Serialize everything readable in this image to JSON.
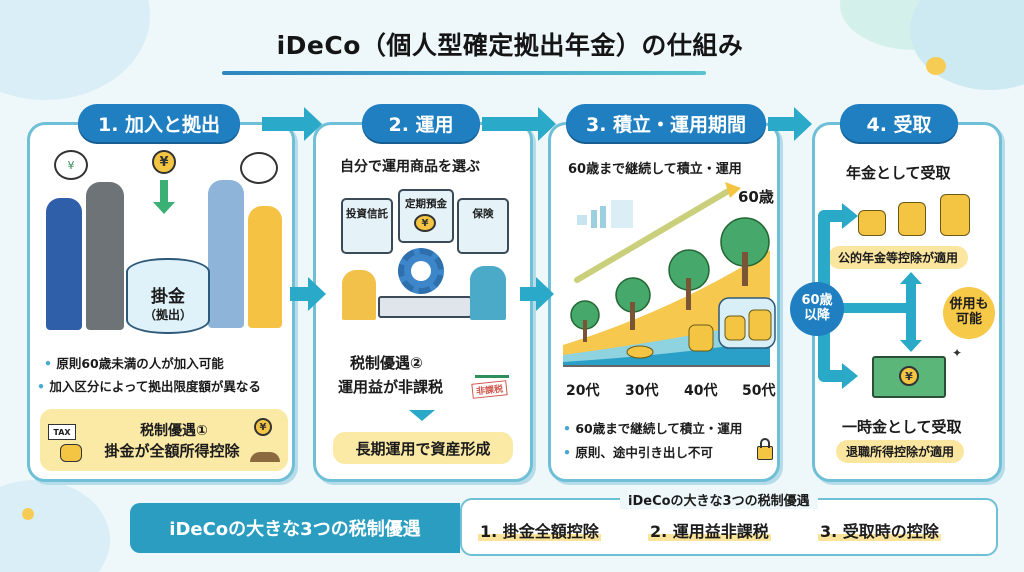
{
  "title": "iDeCo（個人型確定拠出年金）の仕組み",
  "colors": {
    "primary_blue": "#1f7fc1",
    "accent_teal": "#2aa9c9",
    "panel_border": "#6fbfd6",
    "highlight_yellow": "#fbe9a6",
    "coin_gold": "#f3c542",
    "tree_green": "#3fae6a"
  },
  "steps": [
    {
      "label": "1. 加入と拠出",
      "illustration_label": "掛金",
      "illustration_sublabel": "（拠出）",
      "bullets": [
        "原則60歳未満の人が加入可能",
        "加入区分によって拠出限度額が異なる"
      ],
      "benefit_title": "税制優遇①",
      "benefit_text": "掛金が全額所得控除",
      "icons": [
        "tax-card-icon",
        "coin-stack-icon",
        "yen-sprout-icon",
        "money-bag-icon",
        "chart-bubble-icon"
      ]
    },
    {
      "label": "2. 運用",
      "heading": "自分で運用商品を選ぶ",
      "products": [
        "投資信託",
        "定期預金",
        "保険"
      ],
      "benefit_title": "税制優遇②",
      "benefit_text": "運用益が非課税",
      "stamp": "非課税",
      "result": "長期運用で資産形成"
    },
    {
      "label": "3. 積立・運用期間",
      "heading": "60歳まで継続して積立・運用",
      "age_marker": "60歳",
      "axis_labels": [
        "20代",
        "30代",
        "40代",
        "50代"
      ],
      "bullets": [
        "60歳まで継続して積立・運用",
        "原則、途中引き出し不可"
      ]
    },
    {
      "label": "4. 受取",
      "pension_title": "年金として受取",
      "pension_tag": "公的年金等控除が適用",
      "age_badge_line1": "60歳",
      "age_badge_line2": "以降",
      "combo_line1": "併用も",
      "combo_line2": "可能",
      "lump_title": "一時金として受取",
      "lump_tag": "退職所得控除が適用"
    }
  ],
  "summary": {
    "left_label": "iDeCoの大きな3つの税制優遇",
    "right_caption": "iDeCoの大きな3つの税制優遇",
    "items": [
      "1. 掛金全額控除",
      "2. 運用益非課税",
      "3. 受取時の控除"
    ]
  }
}
